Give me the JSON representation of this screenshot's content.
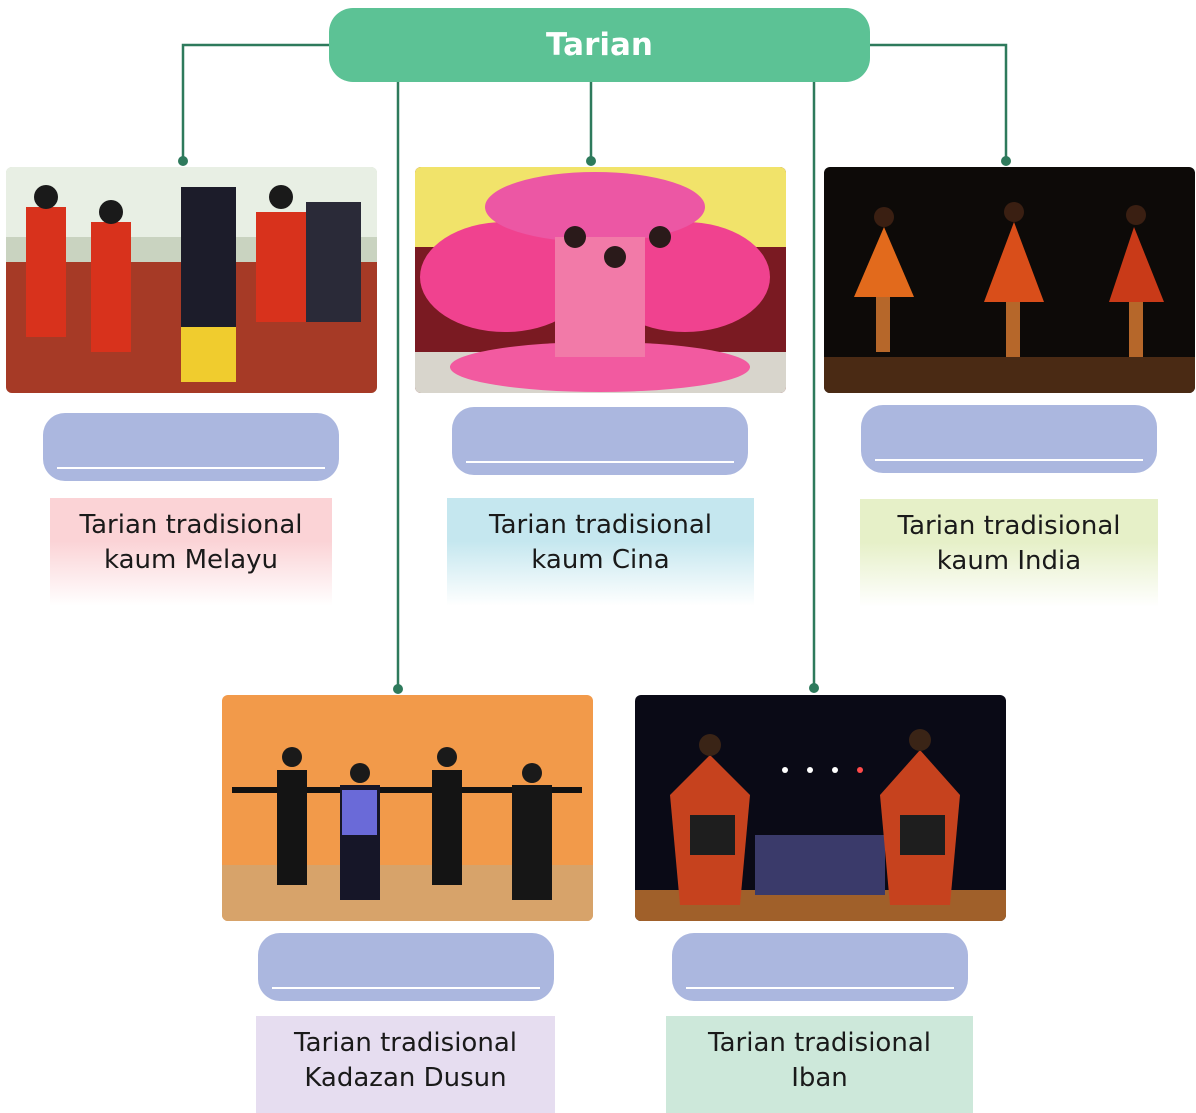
{
  "title": "Tarian",
  "colors": {
    "title_bg": "#5cc295",
    "connector": "#2e7a5c",
    "answer_pill": "#abb7df"
  },
  "dances": [
    {
      "id": "melayu",
      "photo": "malay-traditional-dance-photo",
      "caption": "Tarian tradisional\nkaum Melayu",
      "caption_bg": "#fbd3d6"
    },
    {
      "id": "cina",
      "photo": "chinese-fan-dance-photo",
      "caption": "Tarian tradisional\nkaum Cina",
      "caption_bg": "#c5e7ef"
    },
    {
      "id": "india",
      "photo": "indian-classical-dance-photo",
      "caption": "Tarian tradisional\nkaum India",
      "caption_bg": "#e6f0c8"
    },
    {
      "id": "kadazan",
      "photo": "kadazan-dusun-dance-photo",
      "caption": "Tarian tradisional\nKadazan Dusun",
      "caption_bg": "#e6ddf0"
    },
    {
      "id": "iban",
      "photo": "iban-dance-photo",
      "caption": "Tarian tradisional\nIban",
      "caption_bg": "#cde8da"
    }
  ]
}
